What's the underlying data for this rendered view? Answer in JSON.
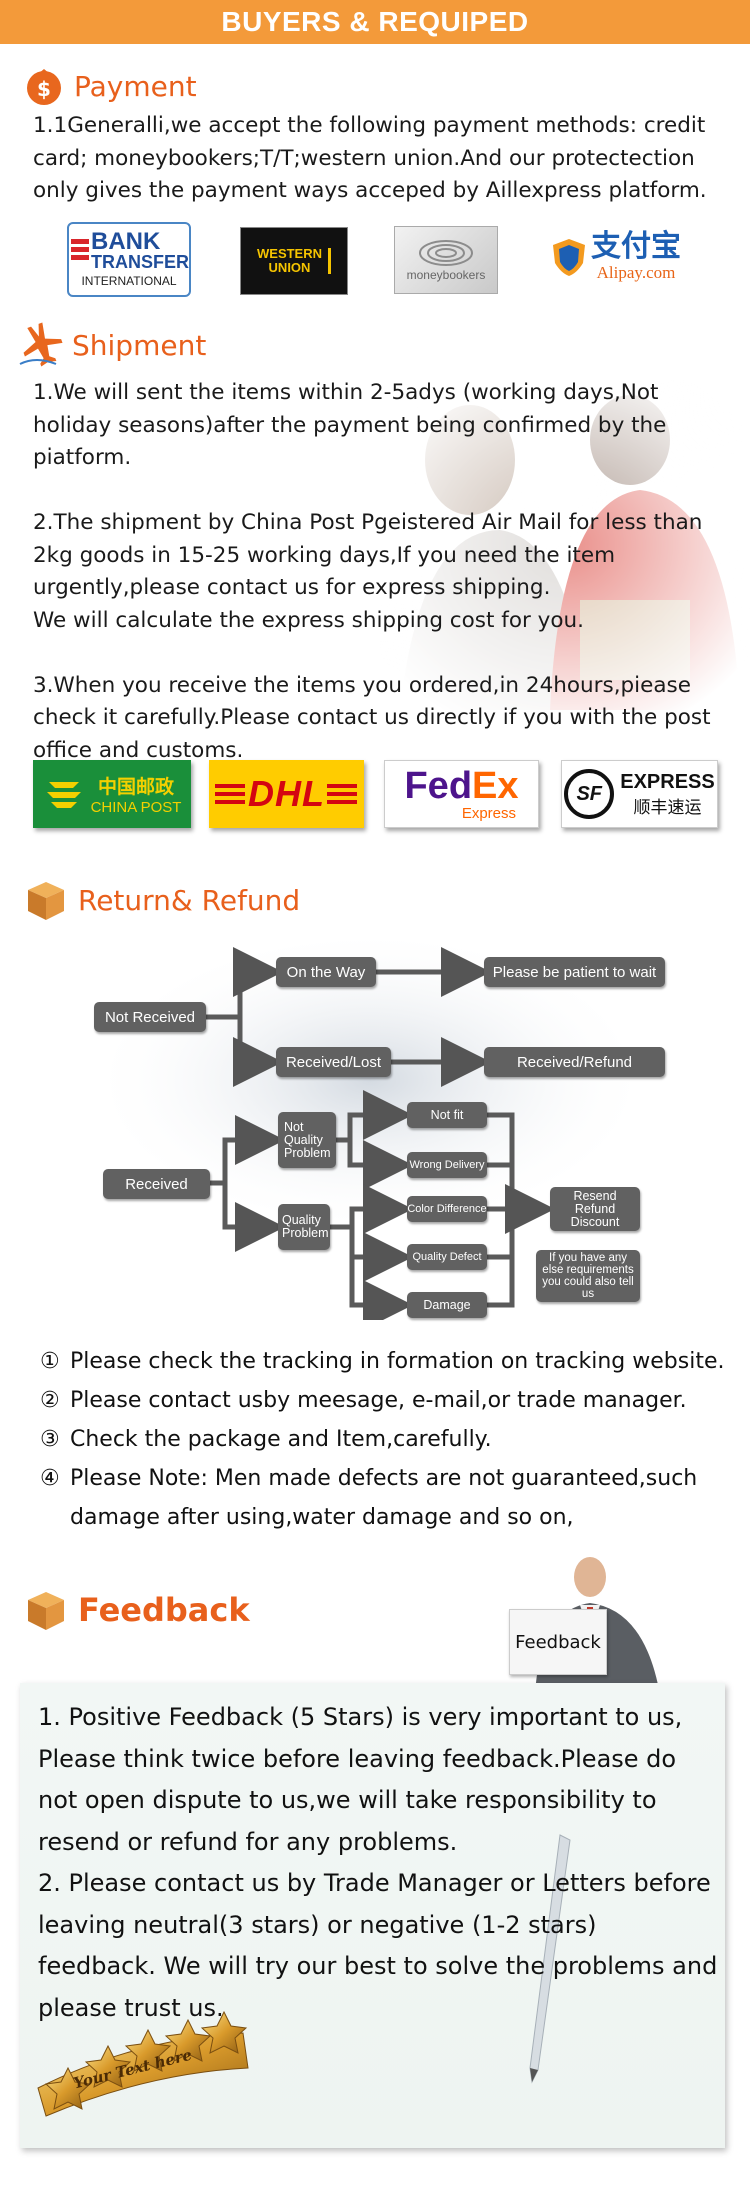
{
  "banner": {
    "title": "BUYERS & REQUIPED"
  },
  "payment": {
    "title": "Payment",
    "text": "1.1Generalli,we accept the following payment methods: credit card; moneybookers;T/T;western union.And our protectection only gives the payment ways acceped by Aillexpress platform.",
    "logos": {
      "bank": {
        "line1": "BANK",
        "line2": "TRANSFER",
        "line3": "INTERNATIONAL"
      },
      "western_union": {
        "line1": "WESTERN",
        "line2": "UNION"
      },
      "moneybookers": {
        "name": "moneybookers"
      },
      "alipay": {
        "cn": "支付宝",
        "en": "Alipay.com"
      }
    }
  },
  "shipment": {
    "title": "Shipment",
    "paragraphs": [
      "1.We will sent the items within 2-5adys (working days,Not holiday seasons)after the payment being confirmed by the piatform.",
      "2.The shipment by China Post Pgeistered Air Mail for less than  2kg goods in 15-25 working days,If you need the item urgently,please contact us for express shipping.",
      "We will calculate the express shipping cost for you.",
      "3.When you receive the items you ordered,in 24hours,piease check it carefully.Please contact us directly if you with the post office and customs."
    ],
    "logos": {
      "china_post": {
        "cn": "中国邮政",
        "en": "CHINA POST"
      },
      "dhl": {
        "text": "DHL"
      },
      "fedex": {
        "fed": "Fed",
        "ex": "Ex",
        "sub": "Express"
      },
      "sf": {
        "mark": "SF",
        "en": "EXPRESS",
        "cn": "顺丰速运"
      }
    }
  },
  "refund": {
    "title": "Return& Refund",
    "flow": {
      "not_received": "Not Received",
      "on_the_way": "On the Way",
      "be_patient": "Please be patient to wait",
      "received_lost": "Received/Lost",
      "received_refund": "Received/Refund",
      "received": "Received",
      "not_quality_problem": "Not Quality Problem",
      "quality_problem": "Quality Problem",
      "not_fit": "Not fit",
      "wrong_delivery": "Wrong Delivery",
      "color_difference": "Color Difference",
      "quality_defect": "Quality Defect",
      "damage": "Damage",
      "resend_refund_discount": "Resend Refund Discount",
      "any_else": "If you have any else requirements you could also tell us"
    },
    "notes": [
      {
        "num": "①",
        "text": "Please check the tracking in formation on tracking website."
      },
      {
        "num": "②",
        "text": "Please contact usby meesage, e-mail,or trade manager."
      },
      {
        "num": "③",
        "text": "Check the package and Item,carefully."
      },
      {
        "num": "④",
        "text": "Please Note: Men made defects are not guaranteed,such",
        "cont": "damage after using,water damage and so on,"
      }
    ]
  },
  "feedback": {
    "title": "Feedback",
    "sign": "Feedback",
    "paragraphs": [
      "1. Positive Feedback (5 Stars) is very important to us, Please think twice before leaving feedback.Please do not open dispute to us,we will take responsibility to resend or refund for any problems.",
      "2. Please contact us by Trade Manager or Letters before leaving neutral(3 stars) or negative (1-2 stars) feedback. We will try our best to solve the problems and please trust us."
    ],
    "badge": "Your Text here"
  }
}
